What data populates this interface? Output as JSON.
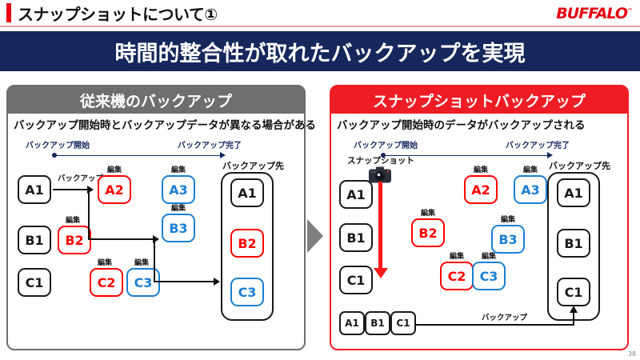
{
  "header": {
    "title": "スナップショットについて①",
    "logo": "BUFFALO",
    "logo_tm": "™",
    "accent_color": "#e60012"
  },
  "banner": {
    "text": "時間的整合性が取れたバックアップを実現",
    "bg_color": "#16275c"
  },
  "left_panel": {
    "heading": "従来機のバックアップ",
    "heading_bg": "#6e6e6e",
    "subtitle": "バックアップ開始時とバックアップデータが異なる場合がある",
    "timeline": {
      "start_label": "バックアップ開始",
      "end_label": "バックアップ完了",
      "color": "#16275c"
    },
    "backup_tag": "バックアップ",
    "dest_label": "バックアップ先",
    "edit_tag": "編集",
    "rows": [
      {
        "source": "A1",
        "edits": [
          "A2",
          "A3"
        ]
      },
      {
        "source": "B1",
        "edits": [
          "B2",
          "B3"
        ]
      },
      {
        "source": "C1",
        "edits": [
          "C2",
          "C3"
        ]
      }
    ],
    "dest_items": [
      {
        "label": "A1",
        "color": "black"
      },
      {
        "label": "B2",
        "color": "red"
      },
      {
        "label": "C3",
        "color": "blue"
      }
    ]
  },
  "right_panel": {
    "heading": "スナップショットバックアップ",
    "heading_bg": "#ee1c25",
    "subtitle": "バックアップ開始時のデータがバックアップされる",
    "timeline": {
      "start_label": "バックアップ開始",
      "end_label": "バックアップ完了",
      "color": "#16275c"
    },
    "snapshot_label": "スナップショット",
    "snapshot_color": "#ff1a1a",
    "camera_icon": "camera-icon",
    "backup_tag": "バックアップ",
    "dest_label": "バックアップ先",
    "edit_tag": "編集",
    "rows": [
      {
        "source": "A1",
        "edits": [
          "A2",
          "A3"
        ]
      },
      {
        "source": "B1",
        "edits": [
          "B2",
          "B3"
        ]
      },
      {
        "source": "C1",
        "edits": [
          "C2",
          "C3"
        ]
      }
    ],
    "snapshot_items": [
      "A1",
      "B1",
      "C1"
    ],
    "dest_items": [
      {
        "label": "A1",
        "color": "black"
      },
      {
        "label": "B1",
        "color": "black"
      },
      {
        "label": "C1",
        "color": "black"
      }
    ]
  },
  "page_number": "38"
}
